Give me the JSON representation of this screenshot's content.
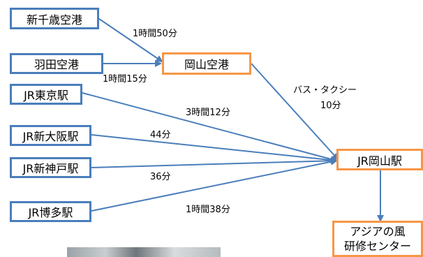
{
  "nodes": {
    "new_chitose": "新千歳空港",
    "haneda": "羽田空港",
    "okayama_airport": "岡山空港",
    "jr_tokyo": "JR東京駅",
    "jr_shin_osaka": "JR新大阪駅",
    "jr_shin_kobe": "JR新神戸駅",
    "jr_hakata": "JR博多駅",
    "jr_okayama": "JR岡山駅",
    "center_line1": "アジアの風",
    "center_line2": "研修センター"
  },
  "edges": {
    "new_chitose_time": "1時間50分",
    "haneda_time": "1時間15分",
    "bus_taxi": "バス・タクシー",
    "bus_taxi_time": "10分",
    "tokyo_time": "3時間12分",
    "shin_osaka_time": "44分",
    "shin_kobe_time": "36分",
    "hakata_time": "1時間38分"
  },
  "colors": {
    "origin_border": "#4a7ebb",
    "hub_border": "#f79646",
    "arrow": "#4a7ebb"
  }
}
